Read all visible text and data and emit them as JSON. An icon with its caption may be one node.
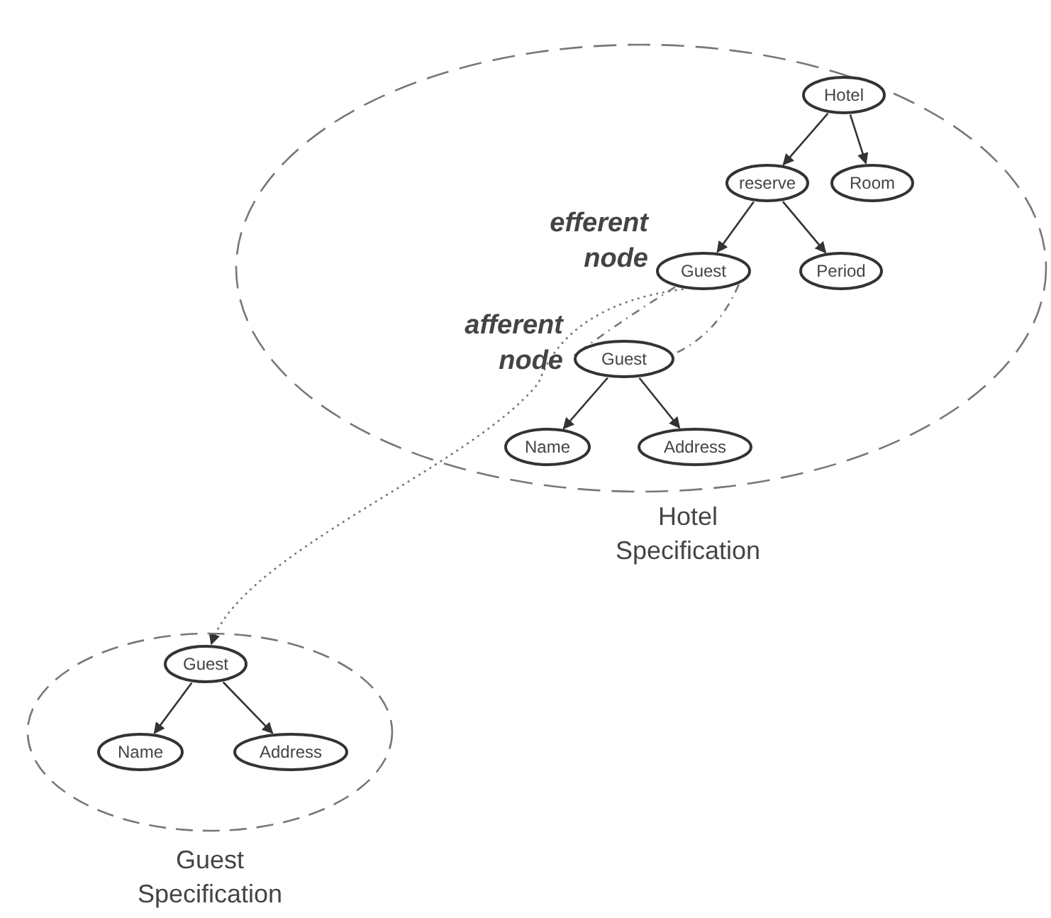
{
  "diagram": {
    "nodes": [
      {
        "text": [
          "Hotel Specification"
        ]
      },
      {
        "text": [
          "Hotel"
        ],
        "in": 0
      },
      {
        "text": [
          "reserve"
        ],
        "in": 0
      },
      {
        "text": [
          "Room"
        ],
        "in": 0
      },
      {
        "text": [
          "Guest"
        ],
        "in": 0,
        "beside": [
          "efferent node"
        ]
      },
      {
        "text": [
          "Period"
        ],
        "in": 0
      },
      {
        "text": [
          "Guest"
        ],
        "in": 0,
        "beside": [
          "afferent node"
        ]
      },
      {
        "text": [
          "Name"
        ],
        "in": 0
      },
      {
        "text": [
          "Address"
        ],
        "in": 0
      },
      {
        "text": [
          "Guest Specification"
        ]
      },
      {
        "text": [
          "Guest"
        ],
        "in": 9
      },
      {
        "text": [
          "Name"
        ],
        "in": 9
      },
      {
        "text": [
          "Address"
        ],
        "in": 9
      }
    ],
    "edges": [
      {
        "from": 1,
        "to": 2,
        "arrow": "to"
      },
      {
        "from": 1,
        "to": 3,
        "arrow": "to"
      },
      {
        "from": 2,
        "to": 4,
        "arrow": "to"
      },
      {
        "from": 2,
        "to": 5,
        "arrow": "to"
      },
      {
        "from": 4,
        "to": 6,
        "arrow": "none",
        "style": "dashed"
      },
      {
        "from": 6,
        "to": 7,
        "arrow": "to"
      },
      {
        "from": 6,
        "to": 8,
        "arrow": "to"
      },
      {
        "from": 4,
        "to": 10,
        "arrow": "to",
        "style": "dashed"
      },
      {
        "from": 10,
        "to": 11,
        "arrow": "to"
      },
      {
        "from": 10,
        "to": 12,
        "arrow": "to"
      }
    ]
  }
}
